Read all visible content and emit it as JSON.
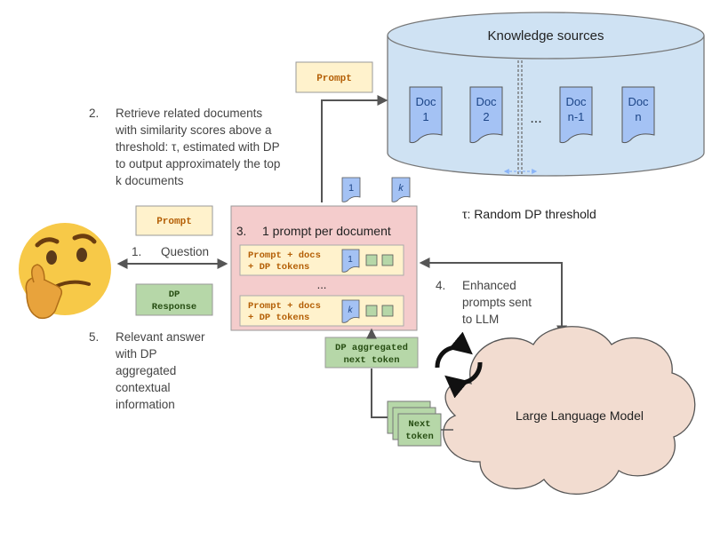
{
  "diagram": {
    "knowledge": {
      "title": "Knowledge sources",
      "docs": [
        {
          "line1": "Doc",
          "line2": "1"
        },
        {
          "line1": "Doc",
          "line2": "2"
        },
        {
          "line1": "Doc",
          "line2": "n-1"
        },
        {
          "line1": "Doc",
          "line2": "n"
        }
      ],
      "ellipsis": "..."
    },
    "tau_note": "τ: Random DP threshold",
    "prompt_top": "Prompt",
    "retrieve": {
      "num": "2.",
      "lines": [
        "Retrieve related documents",
        "with similarity scores above a",
        "threshold: τ, estimated with DP",
        "to output approximately the top",
        "k documents"
      ]
    },
    "retrieved_docs": [
      "1",
      "k"
    ],
    "question": {
      "num": "1.",
      "label": "Question"
    },
    "prompt_left": "Prompt",
    "dp_response": {
      "line1": "DP",
      "line2": "Response"
    },
    "prompts_box": {
      "num": "3.",
      "title": "1 prompt per document",
      "rows": [
        {
          "line1": "Prompt + docs",
          "line2": "+ DP tokens",
          "doc": "1"
        },
        {
          "line1": "Prompt + docs",
          "line2": "+ DP tokens",
          "doc": "k"
        }
      ],
      "ellipsis": "..."
    },
    "enhanced": {
      "num": "4.",
      "lines": [
        "Enhanced",
        "prompts sent",
        "to LLM"
      ]
    },
    "answer": {
      "num": "5.",
      "lines": [
        "Relevant answer",
        "with DP",
        "aggregated",
        "contextual",
        "information"
      ]
    },
    "dp_aggregated": {
      "line1": "DP aggregated",
      "line2": "next token"
    },
    "next_token": {
      "line1": "Next",
      "line2": "token"
    },
    "llm": "Large Language Model"
  },
  "colors": {
    "cylinder_fill": "#cfe2f3",
    "doc_fill": "#a4c2f4",
    "doc_text": "#1c4587",
    "prompt_fill": "#fff2cc",
    "prompt_text": "#b45f06",
    "green_fill": "#b6d7a8",
    "green_text": "#274e13",
    "pink_fill": "#f4cccc",
    "cloud_fill": "#f2dcd0",
    "arrow": "#555555"
  }
}
